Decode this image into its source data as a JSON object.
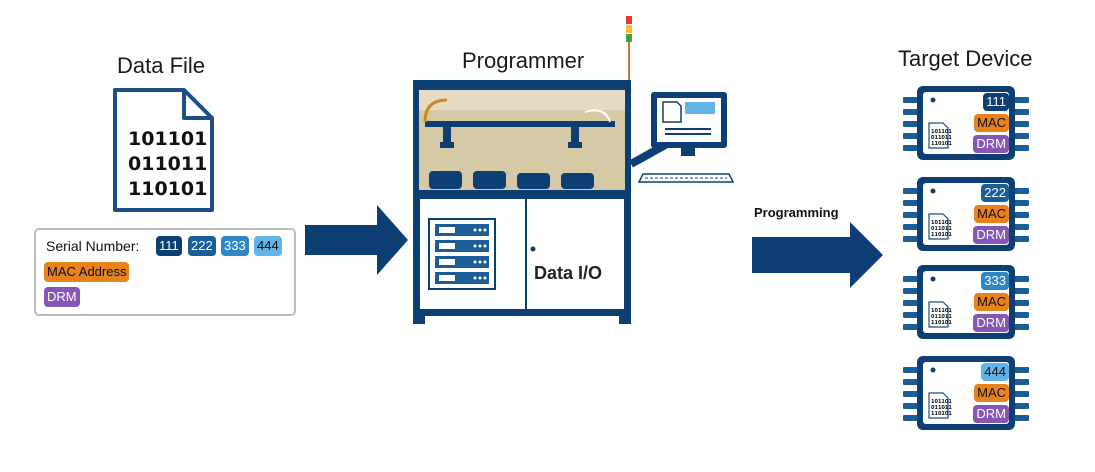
{
  "colors": {
    "navy": "#0d3f74",
    "mid_blue": "#1b5d97",
    "sky_blue": "#62b3e6",
    "orange": "#e8821d",
    "purple": "#8656b5",
    "tan": "#d6c9a6"
  },
  "titles": {
    "data_file": "Data File",
    "programmer": "Programmer",
    "target_device": "Target Device"
  },
  "data_file": {
    "bits": [
      "101101",
      "011011",
      "110101"
    ],
    "serial_label": "Serial Number:",
    "serials": [
      "111",
      "222",
      "333",
      "444"
    ],
    "mac_label": "MAC Address",
    "drm_label": "DRM"
  },
  "programmer": {
    "brand": "Data I/O"
  },
  "arrow_label": "Programming",
  "devices": [
    {
      "serial": "111",
      "mac": "MAC",
      "drm": "DRM",
      "bits": [
        "101101",
        "011011",
        "110101"
      ]
    },
    {
      "serial": "222",
      "mac": "MAC",
      "drm": "DRM",
      "bits": [
        "101101",
        "011011",
        "110101"
      ]
    },
    {
      "serial": "333",
      "mac": "MAC",
      "drm": "DRM",
      "bits": [
        "101101",
        "011011",
        "110101"
      ]
    },
    {
      "serial": "444",
      "mac": "MAC",
      "drm": "DRM",
      "bits": [
        "101101",
        "011011",
        "110101"
      ]
    }
  ]
}
